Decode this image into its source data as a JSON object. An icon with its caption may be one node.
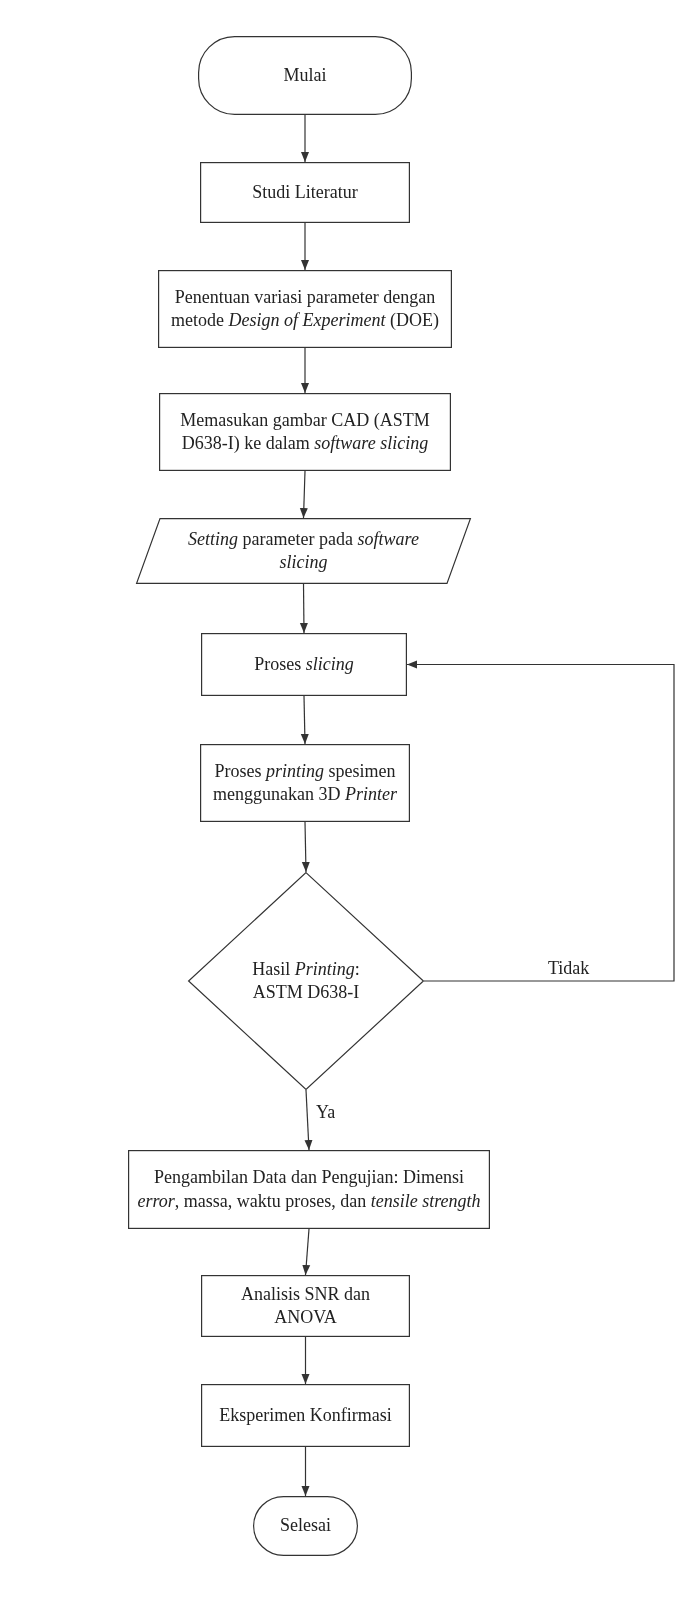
{
  "diagram": {
    "nodes": [
      {
        "text": [
          "Mulai"
        ]
      },
      {
        "text": [
          "Studi Literatur"
        ]
      },
      {
        "text": [
          "Penentuan variasi parameter dengan metode *Design of Experiment* (DOE)"
        ]
      },
      {
        "text": [
          "Memasukan gambar CAD (ASTM D638-I) ke dalam *software slicing*"
        ]
      },
      {
        "text": [
          "*Setting* parameter pada *software slicing*"
        ]
      },
      {
        "text": [
          "Proses *slicing*"
        ]
      },
      {
        "text": [
          "Proses *printing* spesimen menggunakan 3D *Printer*"
        ]
      },
      {
        "text": [
          "Hasil *Printing*: ASTM D638-I"
        ]
      },
      {
        "text": [
          "Pengambilan Data dan Pengujian: Dimensi *error*, massa, waktu proses, dan *tensile strength*"
        ]
      },
      {
        "text": [
          "Analisis SNR dan ANOVA"
        ]
      },
      {
        "text": [
          "Eksperimen Konfirmasi"
        ]
      },
      {
        "text": [
          "Selesai"
        ]
      }
    ],
    "edges": [
      {
        "from": 0,
        "to": 1,
        "arrow": "to"
      },
      {
        "from": 1,
        "to": 2,
        "arrow": "to"
      },
      {
        "from": 2,
        "to": 3,
        "arrow": "to"
      },
      {
        "from": 3,
        "to": 4,
        "arrow": "to"
      },
      {
        "from": 4,
        "to": 5,
        "arrow": "to"
      },
      {
        "from": 5,
        "to": 6,
        "arrow": "to"
      },
      {
        "from": 6,
        "to": 7,
        "arrow": "to"
      },
      {
        "from": 7,
        "to": 8,
        "arrow": "to",
        "label": "Ya"
      },
      {
        "from": 7,
        "to": 5,
        "arrow": "to",
        "label": "Tidak"
      },
      {
        "from": 8,
        "to": 9,
        "arrow": "to"
      },
      {
        "from": 9,
        "to": 10,
        "arrow": "to"
      },
      {
        "from": 10,
        "to": 11,
        "arrow": "to"
      }
    ]
  }
}
